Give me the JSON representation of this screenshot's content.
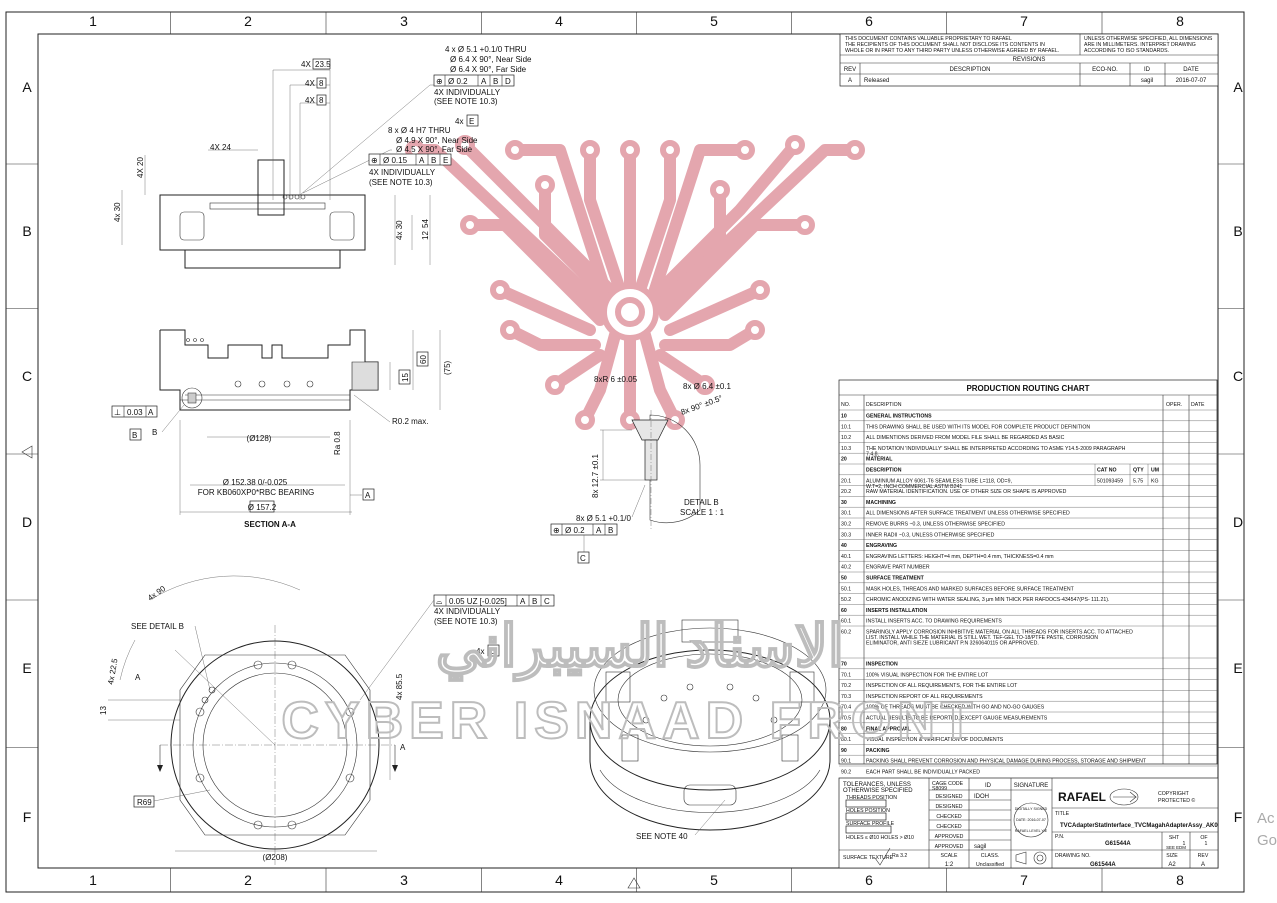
{
  "grid": {
    "cols": [
      "1",
      "2",
      "3",
      "4",
      "5",
      "6",
      "7",
      "8"
    ],
    "rows": [
      "A",
      "B",
      "C",
      "D",
      "E",
      "F"
    ]
  },
  "proprietary_notice": [
    "THIS DOCUMENT CONTAINS VALUABLE PROPRIETARY TO RAFAEL",
    "THE RECIPIENTS OF THIS DOCUMENT SHALL NOT DISCLOSE ITS CONTENTS IN",
    "WHOLE OR IN PART TO ANY THIRD PARTY UNLESS OTHERWISE AGREED BY RAFAEL."
  ],
  "units_notice": [
    "UNLESS OTHERWISE SPECIFIED, ALL DIMENSIONS",
    "ARE IN MILLIMETERS. INTERPRET DRAWING",
    "ACCORDING TO ISO STANDARDS."
  ],
  "revisions": {
    "title": "REVISIONS",
    "headers": [
      "REV",
      "DESCRIPTION",
      "ECO-NO.",
      "ID",
      "DATE"
    ],
    "row": [
      "A",
      "Released",
      "",
      "sagil",
      "2016-07-07"
    ]
  },
  "top_view": {
    "thru": "4 x Ø 5.1 +0.1/0 THRU",
    "near": "Ø 6.4 X 90°, Near Side",
    "far": "Ø 6.4 X 90°, Far Side",
    "fcf": [
      "⊕",
      "Ø 0.2",
      "A",
      "B",
      "D"
    ],
    "indiv": "4X INDIVIDUALLY",
    "note": "(SEE NOTE 10.3)",
    "datum": "E",
    "thru2": "8 x Ø 4 H7 THRU",
    "near2": "Ø 4.9 X 90°, Near Side",
    "far2": "Ø 4.5 X 90°, Far Side",
    "fcf2": [
      "⊕",
      "Ø 0.15",
      "A",
      "B",
      "E"
    ],
    "indiv2": "4X INDIVIDUALLY",
    "note2": "(SEE NOTE 10.3)",
    "dims": [
      "4X",
      "23.5",
      "4X",
      "8",
      "4X",
      "8",
      "4X 24",
      "4X 20",
      "4x 30",
      "4x 30",
      "12",
      "54"
    ]
  },
  "section": {
    "label": "SECTION A-A",
    "d128": "(Ø128)",
    "d152": "Ø 152.38 0/-0.025",
    "bearing": "FOR KB060XP0*RBC BEARING",
    "d157": "Ø 157.2",
    "ra": "Ra 0.8",
    "r02": "R0.2 max.",
    "h15": "15",
    "h60": "60",
    "h75": "(75)",
    "perp": [
      "⊥",
      "0.03",
      "A"
    ],
    "datumB": "B",
    "detailB": "B",
    "datumA": "A"
  },
  "detail": {
    "r6": "8xR 6 ±0.05",
    "d64": "8x Ø 6.4 ±0.1",
    "ang": "8x 90° ±0.5°",
    "h127": "8x 12.7 ±0.1",
    "label": "DETAIL B",
    "scale": "SCALE 1 : 1",
    "d51": "8x Ø 5.1 +0.1/0",
    "fcf": [
      "⊕",
      "Ø 0.2",
      "A",
      "B"
    ],
    "datumC": "C"
  },
  "bottom_view": {
    "profile": [
      "⌓",
      "0.05 UZ [-0.025]",
      "A",
      "B",
      "C"
    ],
    "indiv": "4X INDIVIDUALLY",
    "note": "(SEE NOTE 10.3)",
    "datum": "D",
    "seeDetail": "SEE DETAIL B",
    "a90": "4x 90",
    "a225": "4x 22.5",
    "d1": "13",
    "d2": "4x 85.5",
    "r69": "R69",
    "d208": "(Ø208)",
    "secA": "A",
    "secA2": "A"
  },
  "iso_note": "SEE NOTE 40",
  "routing": {
    "title": "PRODUCTION ROUTING CHART",
    "header": [
      "NO.",
      "DESCRIPTION",
      "OPER.",
      "DATE"
    ],
    "rows": [
      {
        "no": "10",
        "desc": "GENERAL INSTRUCTIONS",
        "bold": true
      },
      {
        "no": "10.1",
        "desc": "THIS DRAWING SHALL BE USED WITH ITS MODEL FOR COMPLETE PRODUCT DEFINITION"
      },
      {
        "no": "10.2",
        "desc": "ALL DIMENTIONS DERIVED FROM MODEL FILE SHALL BE REGARDED AS BASIC"
      },
      {
        "no": "10.3",
        "desc": "THE NOTATION 'INDIVIDUALLY' SHALL BE INTERPRETED ACCORDING TO ASME Y14.5-2009 PARAGRAPH 7.4.8."
      },
      {
        "no": "20",
        "desc": "MATERIAL",
        "bold": true
      },
      {
        "no": "",
        "desc": "DESCRIPTION",
        "cat": "CAT NO",
        "qty": "QTY",
        "um": "UM",
        "bold": true
      },
      {
        "no": "20.1",
        "desc": "ALUMINIUM ALLOY 6061-T6 SEAMLESS TUBE L=118, OD=9, W.T=2, INCH COMMERCIAL ASTM B241",
        "cat": "501093459",
        "qty": "5.75",
        "um": "KG"
      },
      {
        "no": "20.2",
        "desc": "RAW MATERIAL IDENTIFICATION. USE OF OTHER SIZE OR SHAPE IS APPROVED"
      },
      {
        "no": "30",
        "desc": "MACHINING",
        "bold": true
      },
      {
        "no": "30.1",
        "desc": "ALL DIMENSIONS AFTER SURFACE TREATMENT UNLESS OTHERWISE SPECIFIED"
      },
      {
        "no": "30.2",
        "desc": "REMOVE BURRS ~0.3, UNLESS OTHERWISE SPECIFIED"
      },
      {
        "no": "30.3",
        "desc": "INNER RADII ~0.3, UNLESS OTHERWISE SPECIFIED"
      },
      {
        "no": "40",
        "desc": "ENGRAVING",
        "bold": true
      },
      {
        "no": "40.1",
        "desc": "ENGRAVING LETTERS: HEIGHT=4 mm, DEPTH=0.4 mm, THICKNESS=0.4 mm"
      },
      {
        "no": "40.2",
        "desc": "ENGRAVE PART NUMBER"
      },
      {
        "no": "50",
        "desc": "SURFACE TREATMENT",
        "bold": true
      },
      {
        "no": "50.1",
        "desc": "MASK HOLES, THREADS AND MARKED SURFACES BEFORE SURFACE TREATMENT"
      },
      {
        "no": "50.2",
        "desc": "CHROMIC ANODIZING WITH WATER SEALING, 3 µm MIN THICK PER RAFDOCS-434547(PS- 111.21)."
      },
      {
        "no": "60",
        "desc": "INSERTS INSTALLATION",
        "bold": true
      },
      {
        "no": "60.1",
        "desc": "INSTALL INSERTS ACC. TO DRAWING REQUIREMENTS"
      },
      {
        "no": "60.2",
        "desc": "SPARINGLY APPLY CORROSION INHIBITIVE MATERIAL ON ALL THREADS FOR INSERTS ACC. TO ATTACHED LIST. INSTALL WHILE THE MATERIAL IS STILL WET. TEF-GEL TO-18/PTFE PASTE, CORROSION ELIMINATOR, ANTI SIEZE LUBRICANT P.N 3260640115 OR APPROVED.",
        "tall": true
      },
      {
        "no": "70",
        "desc": "INSPECTION",
        "bold": true
      },
      {
        "no": "70.1",
        "desc": "100% VISUAL INSPECTION FOR THE ENTIRE LOT"
      },
      {
        "no": "70.2",
        "desc": "INSPECTION OF ALL REQUIREMENTS, FOR THE ENTIRE LOT"
      },
      {
        "no": "70.3",
        "desc": "INSPECTION REPORT OF ALL REQUIREMENTS"
      },
      {
        "no": "70.4",
        "desc": "100% OF THREADS MUST BE CHECKED WITH GO AND NO-GO GAUGES"
      },
      {
        "no": "70.5",
        "desc": "ACTUAL RESULTS TO BE REPORTED, EXCEPT GAUGE MEASUREMENTS"
      },
      {
        "no": "80",
        "desc": "FINAL APPROVAL",
        "bold": true
      },
      {
        "no": "80.1",
        "desc": "VISUAL INSPECTION & VERIFICATION OF DOCUMENTS"
      },
      {
        "no": "90",
        "desc": "PACKING",
        "bold": true
      },
      {
        "no": "90.1",
        "desc": "PACKING SHALL PREVENT CORROSION AND PHYSICAL DAMAGE DURING PROCESS, STORAGE AND SHIPMENT"
      },
      {
        "no": "90.2",
        "desc": "EACH PART SHALL BE INDIVIDUALLY PACKED"
      }
    ]
  },
  "title_block": {
    "tol1": "TOLERANCES, UNLESS",
    "tol2": "OTHERWISE SPECIFIED",
    "threads": "THREADS POSITION",
    "holes": "HOLES POSITION",
    "surf": "SURFACE PROFILE",
    "holes2": "HOLES ≤ Ø10   HOLES > Ø10",
    "cage": "CAGE CODE",
    "cage_val": "S8099",
    "id": "ID",
    "signature": "SIGNATURE",
    "roles": [
      "DESIGNED",
      "DESIGNED",
      "CHECKED",
      "CHECKED",
      "APPROVED",
      "APPROVED"
    ],
    "ids": [
      "IDOH",
      "",
      "",
      "",
      "",
      "sagil"
    ],
    "scale_label": "SCALE",
    "scale": "1:2",
    "class_label": "CLASS.",
    "class": "Unclassified",
    "texture": "SURFACE TEXTURE",
    "ra": "Ra 3.2",
    "logo": "RAFAEL",
    "copyright": "COPYRIGHT",
    "protected": "PROTECTED ©",
    "title_label": "TITLE",
    "title": "TVCAdapterStatInterface_TVCMagahAdapterAssy_AK0",
    "pn_label": "P.N.",
    "pn": "G61544A",
    "sht": "SHT",
    "of": "OF",
    "sht_val": "1",
    "of_val": "1",
    "see_edm": "SEE EDM",
    "drawing_label": "DRAWING NO.",
    "drawing": "G61544A",
    "size_label": "SIZE",
    "size": "A2",
    "rev_label": "REV",
    "rev": "A",
    "stamp": "DIGITALLY SIGNED",
    "stamp_date": "DATE: 2016-07-07",
    "stamp_sub": "RAFAEL LEVEL Y/E"
  },
  "watermark": {
    "arabic": "الاسناد السيبراني",
    "latin": "CYBER ISNAAD FRONT"
  },
  "corner": [
    "Ac",
    "Go"
  ]
}
